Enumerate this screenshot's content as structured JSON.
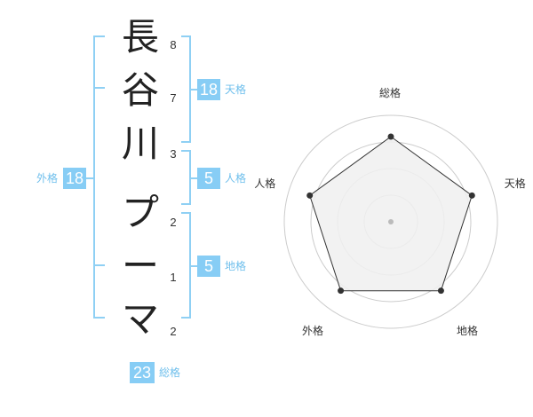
{
  "name_chars": [
    {
      "char": "長",
      "strokes": "8"
    },
    {
      "char": "谷",
      "strokes": "7"
    },
    {
      "char": "川",
      "strokes": "3"
    },
    {
      "char": "プ",
      "strokes": "2"
    },
    {
      "char": "ー",
      "strokes": "1"
    },
    {
      "char": "マ",
      "strokes": "2"
    }
  ],
  "fortune": {
    "tenkaku": {
      "label": "天格",
      "value": "18"
    },
    "jinkaku": {
      "label": "人格",
      "value": "5"
    },
    "chikaku": {
      "label": "地格",
      "value": "5"
    },
    "gaikaku": {
      "label": "外格",
      "value": "18"
    },
    "soukaku": {
      "label": "総格",
      "value": "23"
    }
  },
  "chart_data": {
    "type": "radar",
    "axes": [
      "総格",
      "天格",
      "地格",
      "外格",
      "人格"
    ],
    "values": [
      0.8,
      0.8,
      0.8,
      0.8,
      0.8
    ],
    "rings": 4,
    "colors": {
      "fill": "#f0f0f0",
      "line": "#333333",
      "ring": "#cccccc"
    }
  }
}
